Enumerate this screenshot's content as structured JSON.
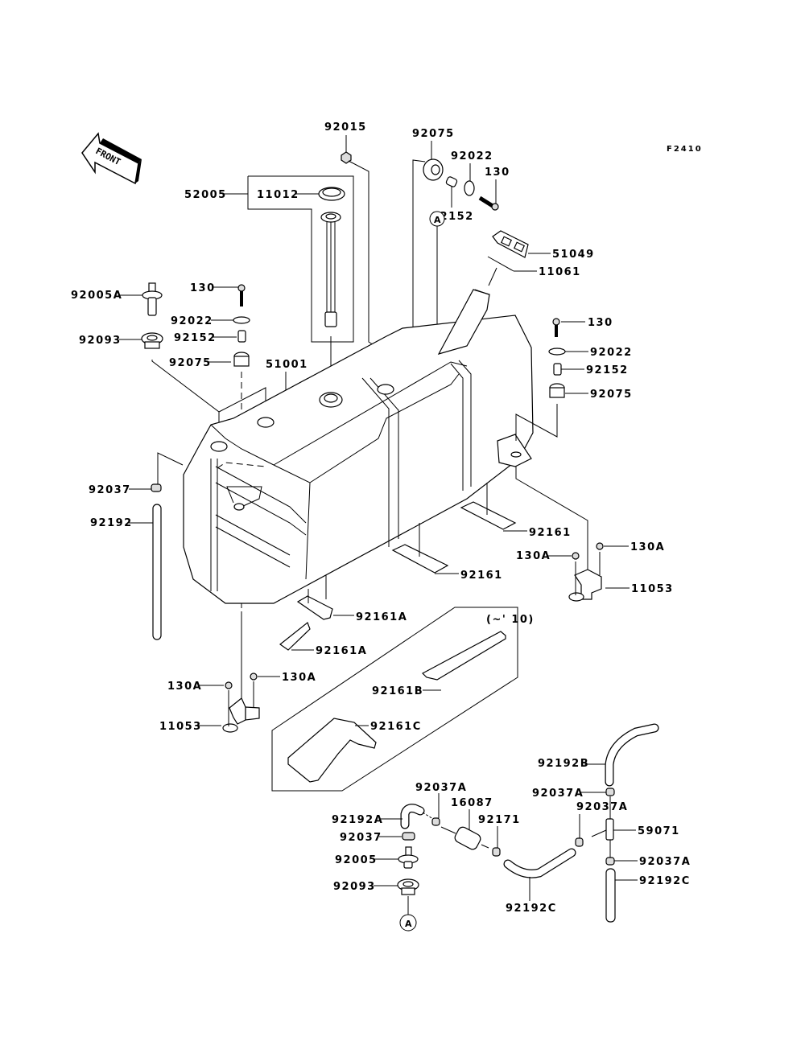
{
  "diagram": {
    "code": "F2410",
    "front_arrow": "FRONT",
    "variant_note": "(~' 10)",
    "ref_marker": "A"
  },
  "labels": {
    "l92015": "92015",
    "l92075_top": "92075",
    "l92022_top": "92022",
    "l130_top": "130",
    "l92152_top": "92152",
    "l52005": "52005",
    "l11012": "11012",
    "l51049": "51049",
    "l11061": "11061",
    "l92005A": "92005A",
    "l130_left": "130",
    "l92022_left": "92022",
    "l92093_left": "92093",
    "l92152_left": "92152",
    "l92075_left": "92075",
    "l51001": "51001",
    "l130_right": "130",
    "l92022_right": "92022",
    "l92152_right": "92152",
    "l92075_right": "92075",
    "l92037": "92037",
    "l92192": "92192",
    "l92161_a": "92161",
    "l92161_b": "92161",
    "l130A_r1": "130A",
    "l130A_r2": "130A",
    "l11053_r": "11053",
    "l92161A_1": "92161A",
    "l92161A_2": "92161A",
    "l130A_l1": "130A",
    "l130A_l2": "130A",
    "l11053_l": "11053",
    "l92161B": "92161B",
    "l92161C": "92161C",
    "l92192B": "92192B",
    "l92037A_1": "92037A",
    "l16087": "16087",
    "l92037A_2": "92037A",
    "l92192A": "92192A",
    "l92171": "92171",
    "l92037A_3": "92037A",
    "l59071": "59071",
    "l92037_b": "92037",
    "l92005": "92005",
    "l92037A_4": "92037A",
    "l92192C_r": "92192C",
    "l92093_b": "92093",
    "l92192C_m": "92192C"
  }
}
